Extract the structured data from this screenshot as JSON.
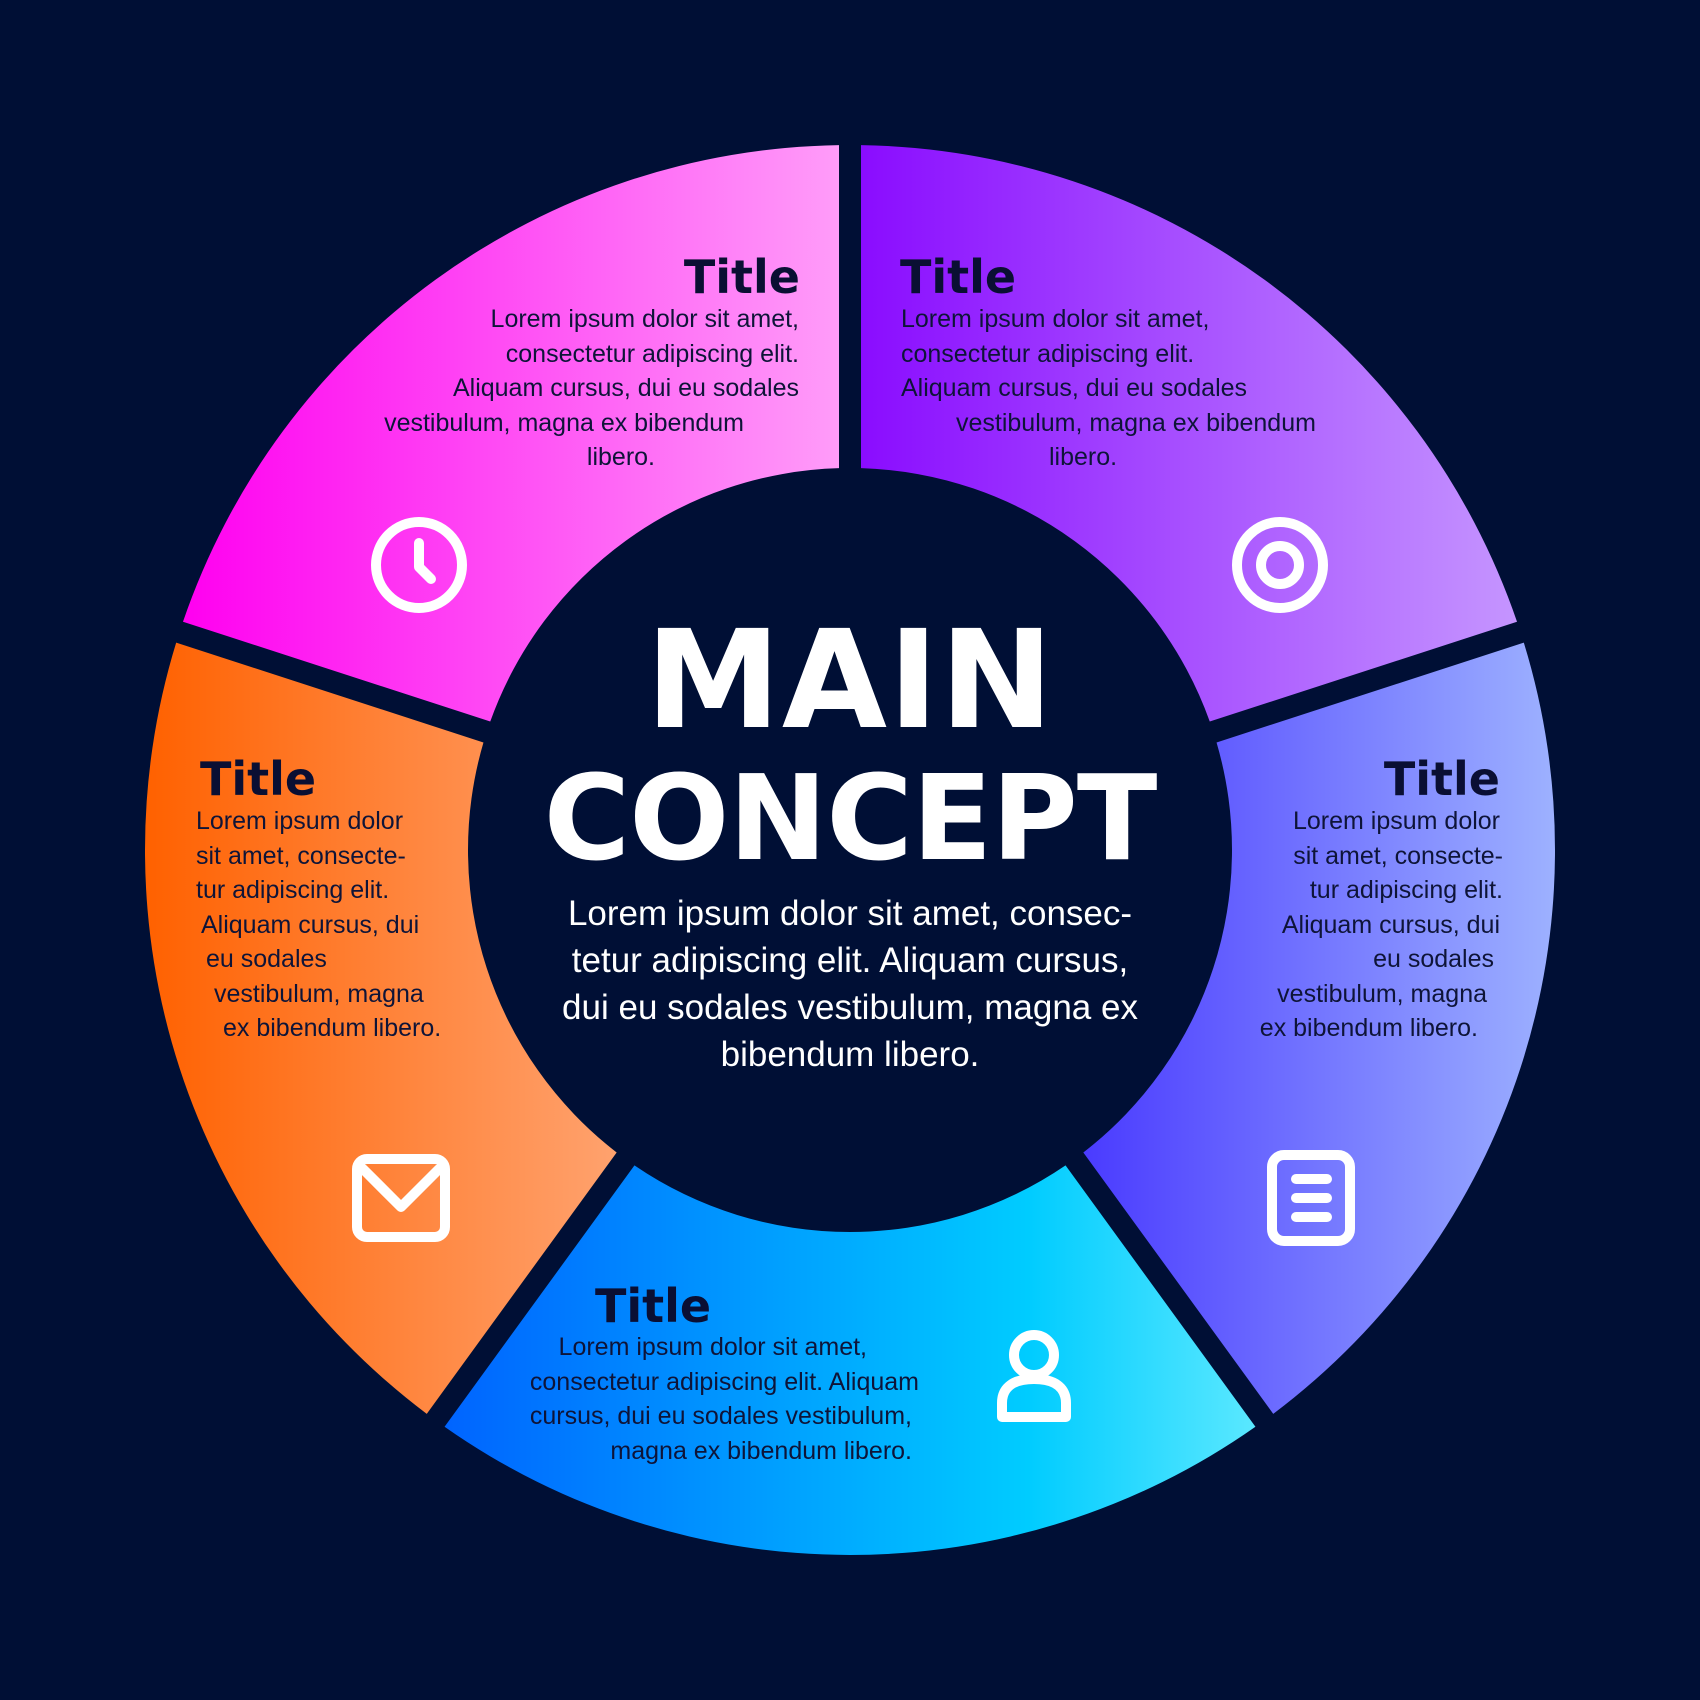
{
  "center": {
    "title_line1": "MAIN",
    "title_line2": "CONCEPT",
    "desc_lines": [
      "Lorem ipsum dolor sit amet, consec-",
      "tetur adipiscing elit. Aliquam cursus,",
      "dui eu sodales vestibulum, magna ex",
      "bibendum libero."
    ]
  },
  "segments": [
    {
      "id": "pink",
      "title": "Title",
      "lines": [
        "Lorem ipsum dolor sit amet,",
        "consectetur adipiscing elit.",
        "Aliquam cursus, dui eu sodales",
        "vestibulum, magna ex bibendum",
        "libero."
      ],
      "icon": "clock-icon",
      "colors": [
        "#ff00f0",
        "#ff9cf9"
      ]
    },
    {
      "id": "purple",
      "title": "Title",
      "lines": [
        "Lorem ipsum dolor sit amet,",
        "consectetur adipiscing elit.",
        "Aliquam cursus, dui eu sodales",
        "vestibulum, magna ex bibendum",
        "libero."
      ],
      "icon": "target-icon",
      "colors": [
        "#8a0cff",
        "#c595ff"
      ]
    },
    {
      "id": "blue-violet",
      "title": "Title",
      "lines": [
        "Lorem ipsum dolor",
        "sit amet, consecte-",
        "tur adipiscing elit.",
        "Aliquam cursus, dui",
        "eu sodales",
        "vestibulum, magna",
        "ex bibendum libero."
      ],
      "icon": "document-icon",
      "colors": [
        "#4a3bff",
        "#9db1ff"
      ]
    },
    {
      "id": "cyan",
      "title": "Title",
      "lines": [
        "Lorem ipsum dolor sit amet,",
        "consectetur adipiscing elit. Aliquam",
        "cursus, dui eu sodales vestibulum,",
        "magna ex bibendum libero."
      ],
      "icon": "user-icon",
      "colors": [
        "#0064ff",
        "#00ccff",
        "#5ae8ff"
      ]
    },
    {
      "id": "orange",
      "title": "Title",
      "lines": [
        "Lorem ipsum dolor",
        "sit amet, consecte-",
        "tur adipiscing elit.",
        "Aliquam cursus, dui",
        "eu sodales",
        "vestibulum, magna",
        "ex bibendum libero."
      ],
      "icon": "mail-icon",
      "colors": [
        "#ff6100",
        "#ffa26e"
      ]
    }
  ]
}
